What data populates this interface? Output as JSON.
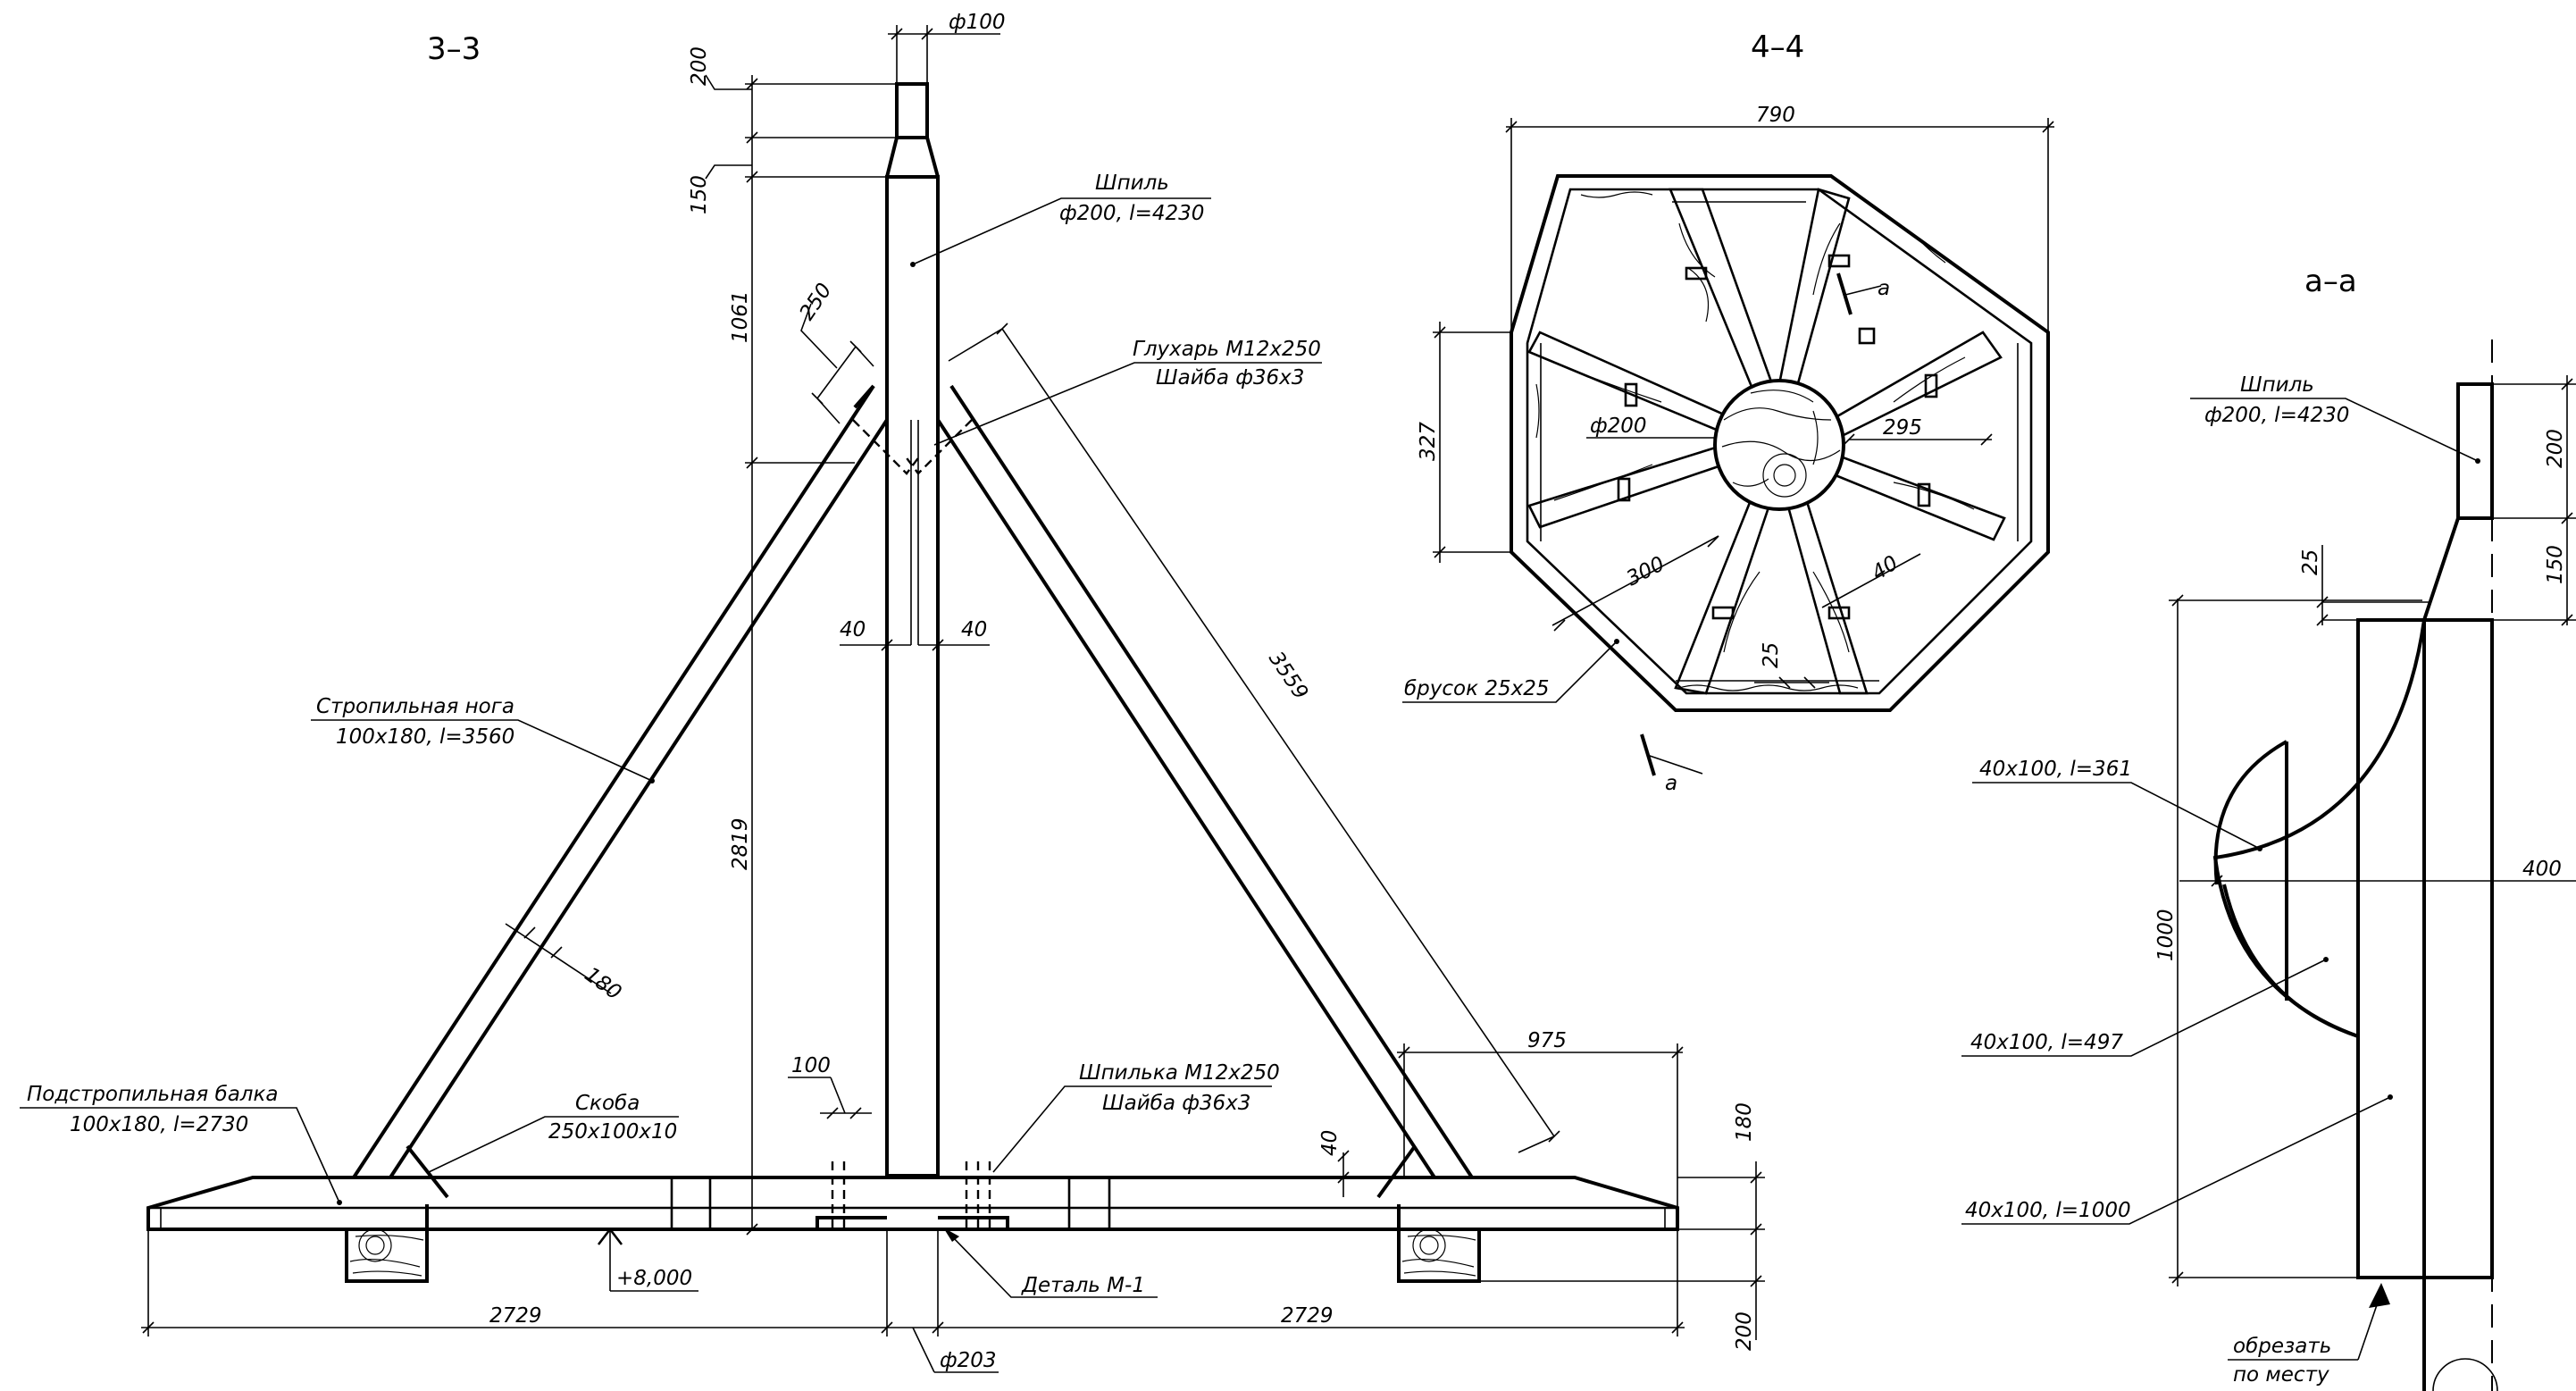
{
  "sections": {
    "s33": "3–3",
    "s44": "4–4",
    "saa": "а–а"
  },
  "labels": {
    "spire_title": "Шпиль",
    "spire_spec": "ф200, l=4230",
    "gluhar_title": "Глухарь М12х250",
    "gluhar_washer": "Шайба ф36х3",
    "rafter_title": "Стропильная нога",
    "rafter_spec": "100х180, l=3560",
    "beam_title": "Подстропильная балка",
    "beam_spec": "100х180, l=2730",
    "bracket_title": "Скоба",
    "bracket_spec": "250х100х10",
    "stud_title": "Шпилька М12х250",
    "stud_washer": "Шайба ф36х3",
    "detail": "Деталь М-1",
    "level": "+8,000",
    "bar": "брусок 25х25",
    "aa_spire_title": "Шпиль",
    "aa_spire_spec": "ф200, l=4230",
    "piece1": "40х100, l=361",
    "piece2": "40х100, l=497",
    "piece3": "40х100, l=1000",
    "cut_1": "обрезать",
    "cut_2": "по месту",
    "mark_a": "а"
  },
  "dims": {
    "d100": "ф100",
    "d200": "200",
    "d150": "150",
    "d1061": "1061",
    "d250": "250",
    "d40l": "40",
    "d40r": "40",
    "d2819": "2819",
    "d3559": "3559",
    "d180r": "180",
    "d975": "975",
    "d180v": "180",
    "d40v": "40",
    "d100b": "100",
    "d2729l": "2729",
    "d2729r": "2729",
    "d203": "ф203",
    "d200b": "200",
    "d790": "790",
    "d327": "327",
    "d200c": "ф200",
    "d295": "295",
    "d300": "300",
    "d40c": "40",
    "d25c": "25",
    "daa200": "200",
    "daa150": "150",
    "daa25": "25",
    "daa400": "400",
    "daa1000": "1000"
  }
}
